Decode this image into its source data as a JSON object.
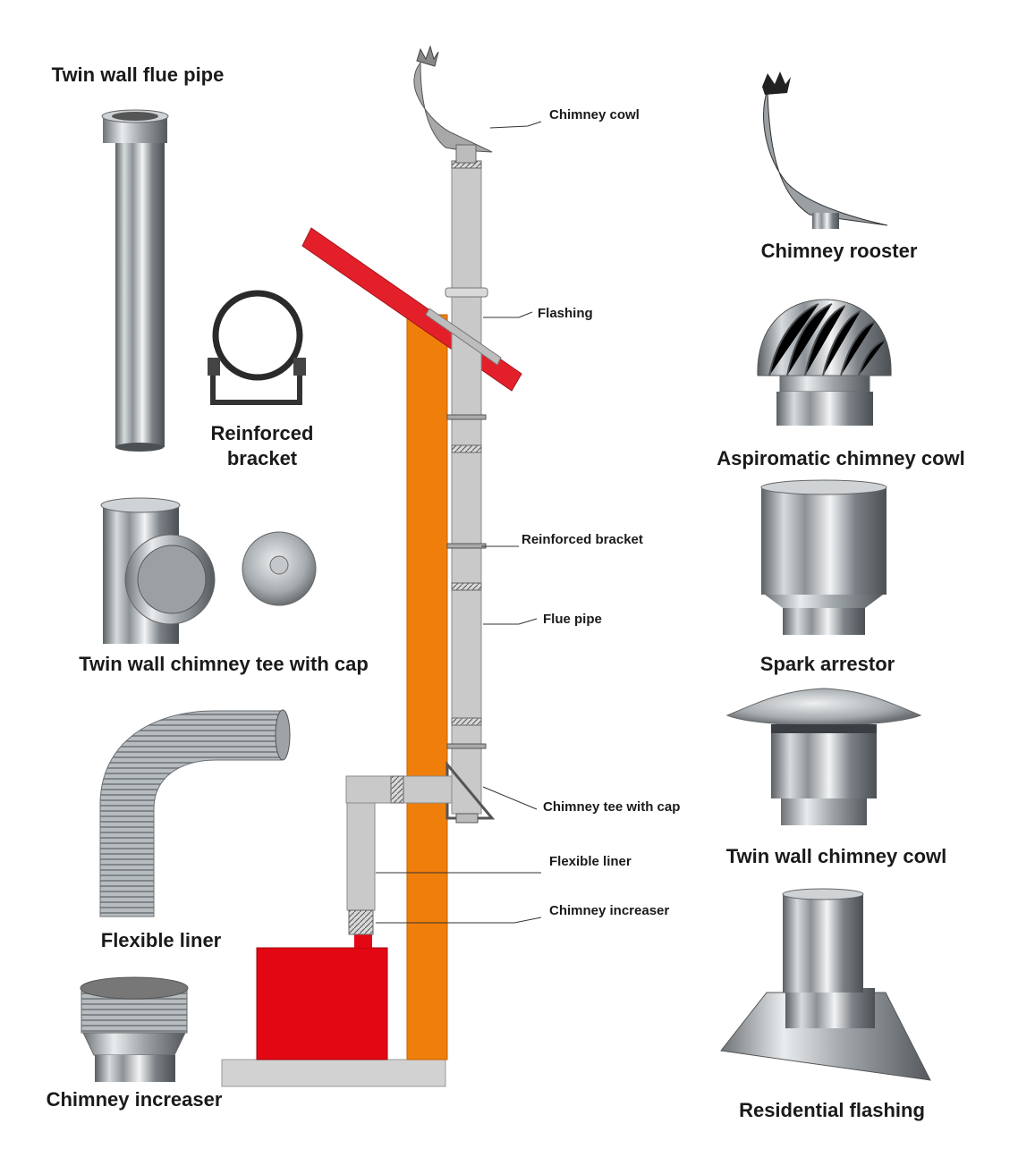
{
  "products": {
    "twin_wall_flue_pipe": "Twin wall flue pipe",
    "reinforced_bracket_line1": "Reinforced",
    "reinforced_bracket_line2": "bracket",
    "twin_wall_tee_with_cap": "Twin wall chimney tee with cap",
    "flexible_liner": "Flexible liner",
    "chimney_increaser": "Chimney increaser",
    "chimney_rooster": "Chimney rooster",
    "aspiromatic_cowl": "Aspiromatic chimney cowl",
    "spark_arrestor": "Spark arrestor",
    "twin_wall_cowl": "Twin wall chimney cowl",
    "residential_flashing": "Residential flashing"
  },
  "diagram": {
    "chimney_cowl": "Chimney cowl",
    "flashing": "Flashing",
    "reinforced_bracket": "Reinforced bracket",
    "flue_pipe": "Flue pipe",
    "chimney_tee_with_cap": "Chimney tee with cap",
    "flexible_liner": "Flexible liner",
    "chimney_increaser": "Chimney increaser"
  },
  "colors": {
    "roof": "#e3202a",
    "wall": "#f07e0a",
    "stove": "#e30613",
    "pipe": "#c9c9c9",
    "floor": "#d2d2d2"
  }
}
